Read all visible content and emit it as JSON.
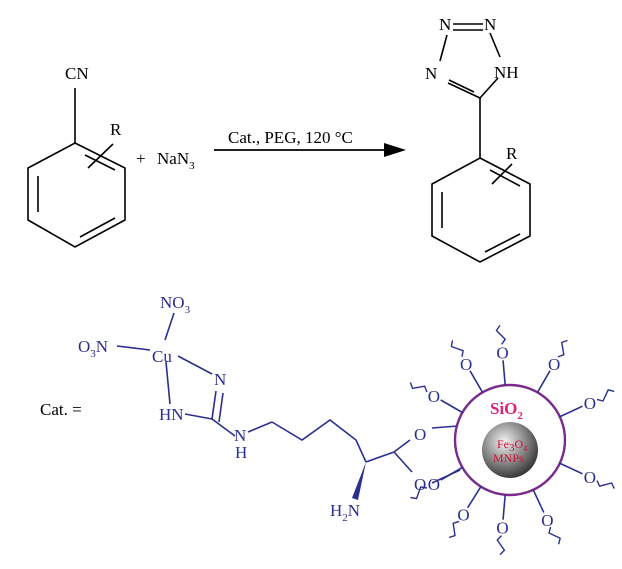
{
  "reaction": {
    "nitrile_group": "CN",
    "substituent": "R",
    "plus": "+",
    "reagent": {
      "base": "NaN",
      "sub": "3"
    },
    "conditions": "Cat., PEG, 120 °C",
    "tetrazole": {
      "n_top_left": "N",
      "n_top_right": "N",
      "n_left": "N",
      "nh": "NH"
    },
    "product_substituent": "R"
  },
  "catalyst": {
    "label": "Cat. =",
    "no3_top": {
      "a": "NO",
      "sub": "3"
    },
    "no3_left": {
      "a": "O",
      "sub": "3",
      "b": "N"
    },
    "metal": "Cu",
    "ring_n": "N",
    "ring_hn": "HN",
    "linker_n": "N",
    "linker_h": "H",
    "amine": {
      "a": "H",
      "sub": "2",
      "b": "N"
    },
    "acetal_o_top": "O",
    "acetal_o_bottom": "O",
    "shell": {
      "a": "SiO",
      "sub": "2"
    },
    "core_line1": {
      "a": "Fe",
      "sub1": "3",
      "b": "O",
      "sub2": "4"
    },
    "core_line2": "MNPs",
    "surface_o": "O",
    "colors": {
      "ligand": "#2b2f8f",
      "shell": "#7a2a8a",
      "shell_text": "#e0207a",
      "core_text": "#d0103a"
    }
  }
}
